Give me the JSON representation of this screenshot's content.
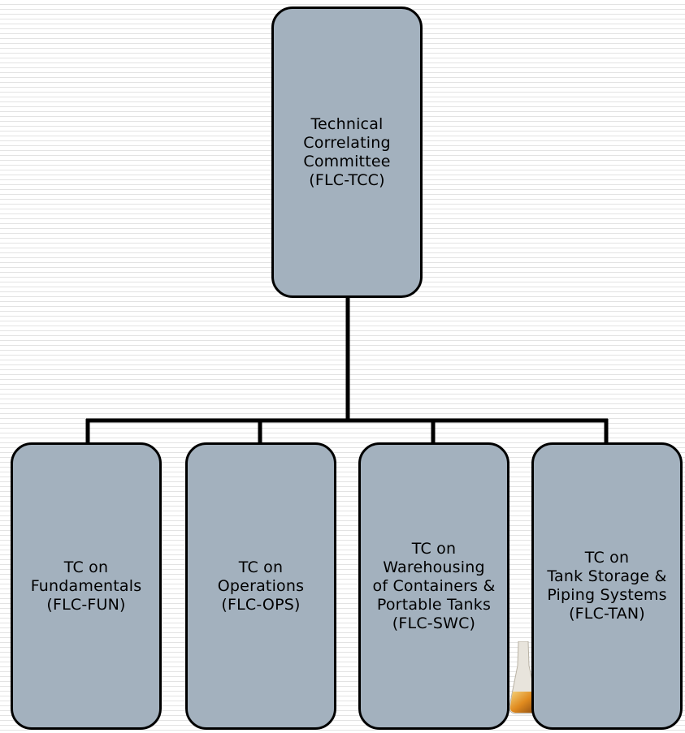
{
  "colors": {
    "node_fill": "#a3b1be",
    "node_border": "#000000",
    "connector": "#000000",
    "background_stripe": "#e3e3e3"
  },
  "diagram": {
    "type": "org-chart",
    "root": {
      "id": "tcc",
      "label": "Technical\nCorrelating\nCommittee\n(FLC-TCC)"
    },
    "children": [
      {
        "id": "fun",
        "label": "TC on\nFundamentals\n(FLC-FUN)"
      },
      {
        "id": "ops",
        "label": "TC on\nOperations\n(FLC-OPS)"
      },
      {
        "id": "swc",
        "label": "TC on\nWarehousing\nof Containers &\nPortable Tanks\n(FLC-SWC)"
      },
      {
        "id": "tan",
        "label": "TC on\nTank Storage &\nPiping Systems\n(FLC-TAN)"
      }
    ],
    "edges": [
      {
        "from": "tcc",
        "to": "fun"
      },
      {
        "from": "tcc",
        "to": "ops"
      },
      {
        "from": "tcc",
        "to": "swc"
      },
      {
        "from": "tcc",
        "to": "tan"
      }
    ]
  }
}
